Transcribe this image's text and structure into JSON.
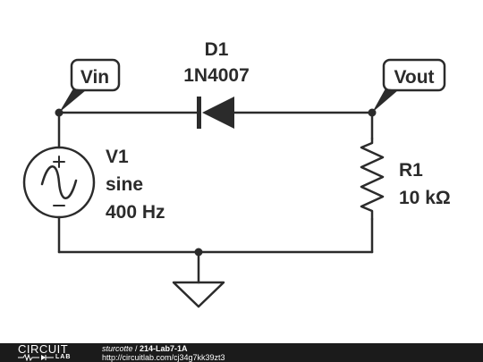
{
  "schematic": {
    "diode": {
      "designator": "D1",
      "part": "1N4007"
    },
    "source": {
      "designator": "V1",
      "waveform": "sine",
      "frequency": "400 Hz"
    },
    "resistor": {
      "designator": "R1",
      "value": "10 kΩ"
    },
    "labels": {
      "input": "Vin",
      "output": "Vout"
    }
  },
  "footer": {
    "logo_top": "CIRCUIT",
    "logo_bottom": "LAB",
    "author": "sturcotte",
    "separator": " / ",
    "title": "214-Lab7-1A",
    "url": "http://circuitlab.com/cj34g7kk39zt3"
  },
  "colors": {
    "wire": "#2b2b2b",
    "footer_bg": "#1b1b1b",
    "text": "#2b2b2b"
  }
}
